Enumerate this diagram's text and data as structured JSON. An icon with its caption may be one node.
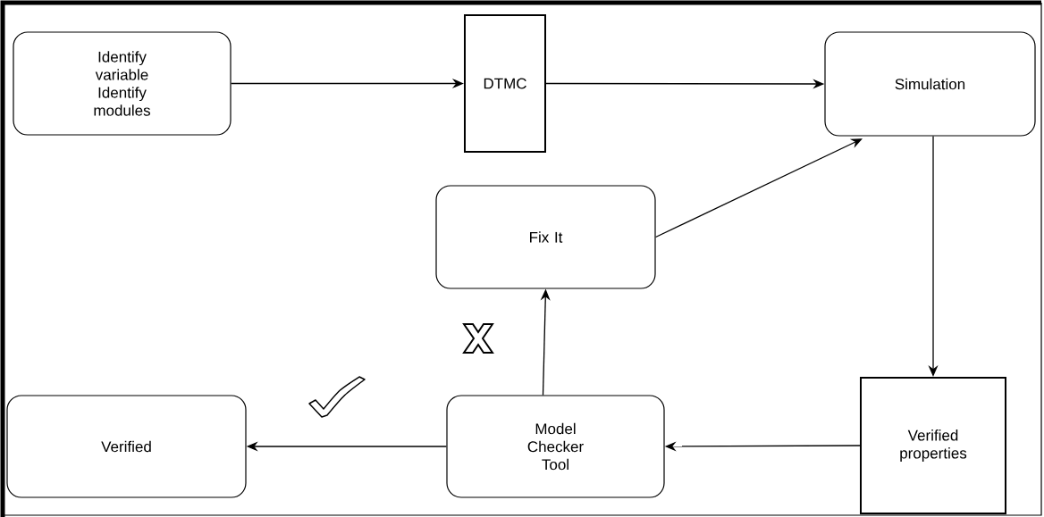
{
  "diagram": {
    "nodes": [
      {
        "text": [
          "Identify variable Identify modules"
        ]
      },
      {
        "text": [
          "DTMC"
        ]
      },
      {
        "text": [
          "Simulation"
        ]
      },
      {
        "text": [
          "Fix It"
        ]
      },
      {
        "text": [
          "Verified properties"
        ]
      },
      {
        "text": [
          "Model Checker Tool"
        ]
      },
      {
        "text": [
          "Verified"
        ]
      }
    ],
    "edges": [
      {
        "from": 0,
        "to": 1,
        "arrow": "to"
      },
      {
        "from": 1,
        "to": 2,
        "arrow": "to"
      },
      {
        "from": 3,
        "to": 2,
        "arrow": "to"
      },
      {
        "from": 2,
        "to": 4,
        "arrow": "to"
      },
      {
        "from": 4,
        "to": 5,
        "arrow": "to"
      },
      {
        "from": 5,
        "to": 3,
        "arrow": "to"
      },
      {
        "from": 5,
        "to": 6,
        "arrow": "to"
      }
    ]
  }
}
